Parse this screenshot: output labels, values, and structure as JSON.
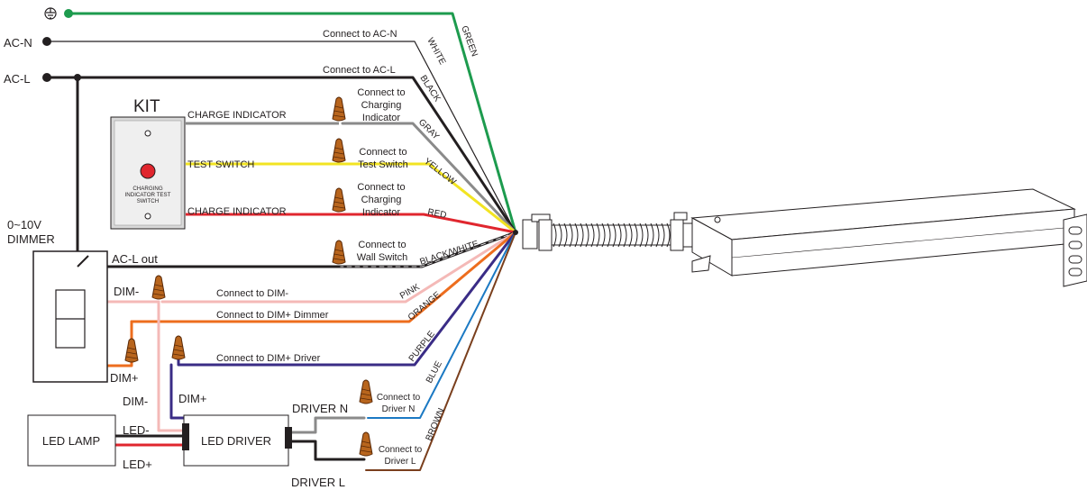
{
  "symbols": {
    "ground": "⏚",
    "ground_icon": "ground-icon"
  },
  "supply": {
    "ac_n": "AC-N",
    "ac_l": "AC-L"
  },
  "kit": {
    "title": "KIT",
    "plate_text_line1": "CHARGING",
    "plate_text_line2": "INDICATOR TEST",
    "plate_text_line3": "SWITCH"
  },
  "dimmer": {
    "label_line1": "0~10V",
    "label_line2": "DIMMER"
  },
  "wire_labels": {
    "charge_indicator_top": "CHARGE INDICATOR",
    "test_switch": "TEST SWITCH",
    "charge_indicator_bottom": "CHARGE INDICATOR",
    "ac_l_out": "AC-L out",
    "dim_minus": "DIM-",
    "dim_plus": "DIM+",
    "dim_minus_lower": "DIM-",
    "dim_plus_lower": "DIM+",
    "driver_n": "DRIVER N",
    "driver_l": "DRIVER L",
    "led_minus": "LED-",
    "led_plus": "LED+"
  },
  "connections": {
    "ac_n": "Connect to AC-N",
    "ac_l": "Connect to AC-L",
    "charging_1_line1": "Connect to",
    "charging_1_line2": "Charging",
    "charging_1_line3": "Indicator",
    "test_line1": "Connect to",
    "test_line2": "Test Switch",
    "charging_2_line1": "Connect to",
    "charging_2_line2": "Charging",
    "charging_2_line3": "Indicator",
    "wall_line1": "Connect to",
    "wall_line2": "Wall Switch",
    "dim_minus": "Connect to DIM-",
    "dim_plus_dimmer": "Connect to DIM+ Dimmer",
    "dim_plus_driver": "Connect to DIM+ Driver",
    "driver_n_line1": "Connect to",
    "driver_n_line2": "Driver N",
    "driver_l_line1": "Connect to",
    "driver_l_line2": "Driver L"
  },
  "color_labels": {
    "green": "GREEN",
    "white": "WHITE",
    "black": "BLACK",
    "gray": "GRAY",
    "yellow": "YELLOW",
    "red": "RED",
    "black_white": "BLACK/WHITE",
    "pink": "PINK",
    "orange": "ORANGE",
    "purple": "PURPLE",
    "blue": "BLUE",
    "brown": "BROWN"
  },
  "devices": {
    "led_lamp": "LED LAMP",
    "led_driver": "LED DRIVER"
  },
  "colors": {
    "green": "#1d9b4e",
    "black": "#231f20",
    "gray": "#8a8a8a",
    "yellow": "#f2e422",
    "red": "#e0262e",
    "pink": "#f4b9b7",
    "orange": "#ed6d1e",
    "purple": "#3a2c86",
    "blue": "#1b79c3",
    "brown": "#7a3f1d",
    "nut": "#b8651d"
  }
}
